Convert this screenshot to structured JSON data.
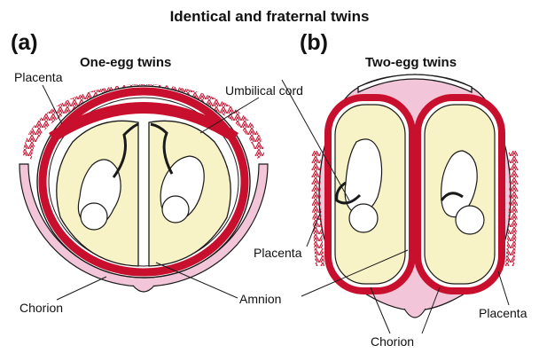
{
  "title": "Identical and fraternal twins",
  "panel_a": {
    "letter": "(a)",
    "subtitle": "One-egg twins",
    "labels": {
      "placenta": "Placenta",
      "umbilical_cord": "Umbilical cord",
      "chorion": "Chorion",
      "amnion": "Amnion"
    }
  },
  "panel_b": {
    "letter": "(b)",
    "subtitle": "Two-egg twins",
    "labels": {
      "placenta_left": "Placenta",
      "placenta_right": "Placenta",
      "chorion": "Chorion"
    }
  },
  "colors": {
    "placenta_red": "#c8102e",
    "uterus_pink": "#f2c6d8",
    "amnion_cream": "#f8f3c6",
    "outline": "#1a1a1a"
  }
}
